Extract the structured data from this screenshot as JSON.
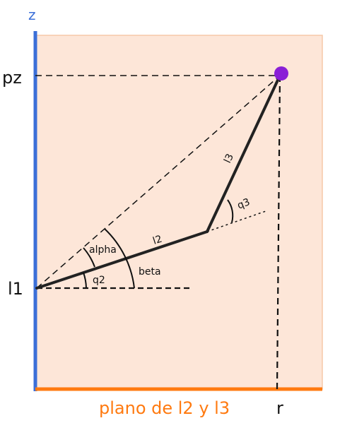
{
  "labels": {
    "z_axis": "z",
    "pz": "pz",
    "l1": "l1",
    "l2": "l2",
    "l3": "l3",
    "q2": "q2",
    "q3": "q3",
    "alpha": "alpha",
    "beta": "beta",
    "r": "r",
    "plane": "plano de l2 y l3"
  },
  "colors": {
    "plane_fill": "#fde6d8",
    "plane_border": "#f6c9a8",
    "z_axis": "#3b6fd8",
    "r_axis": "#ff7a10",
    "plane_label": "#ff7a10",
    "endpoint": "#8a1fd6",
    "link": "#222222"
  }
}
